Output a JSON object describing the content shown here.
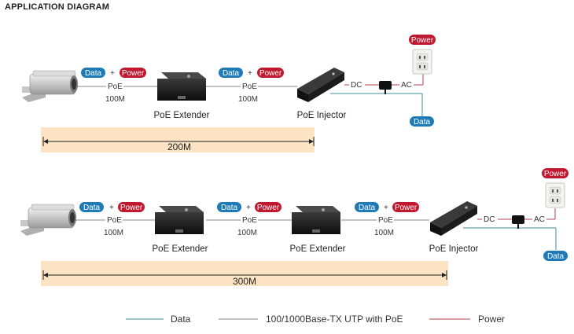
{
  "title": "APPLICATION DIAGRAM",
  "labels": {
    "data": "Data",
    "power": "Power",
    "plus": "+",
    "poe": "PoE",
    "speed": "100M",
    "dc": "DC",
    "ac": "AC",
    "poe_extender": "PoE Extender",
    "poe_injector": "PoE Injector"
  },
  "distances": {
    "row1": "200M",
    "row2": "300M"
  },
  "legend": {
    "data": "Data",
    "utp": "100/1000Base-TX UTP with PoE",
    "power": "Power"
  },
  "colors": {
    "data_badge": "#1e7bb8",
    "power_badge": "#c0182f",
    "data_line": "#3f8c97",
    "poe_line": "#8a8a8a",
    "power_line": "#b5424f",
    "distance_band": "#fbe3c3"
  }
}
